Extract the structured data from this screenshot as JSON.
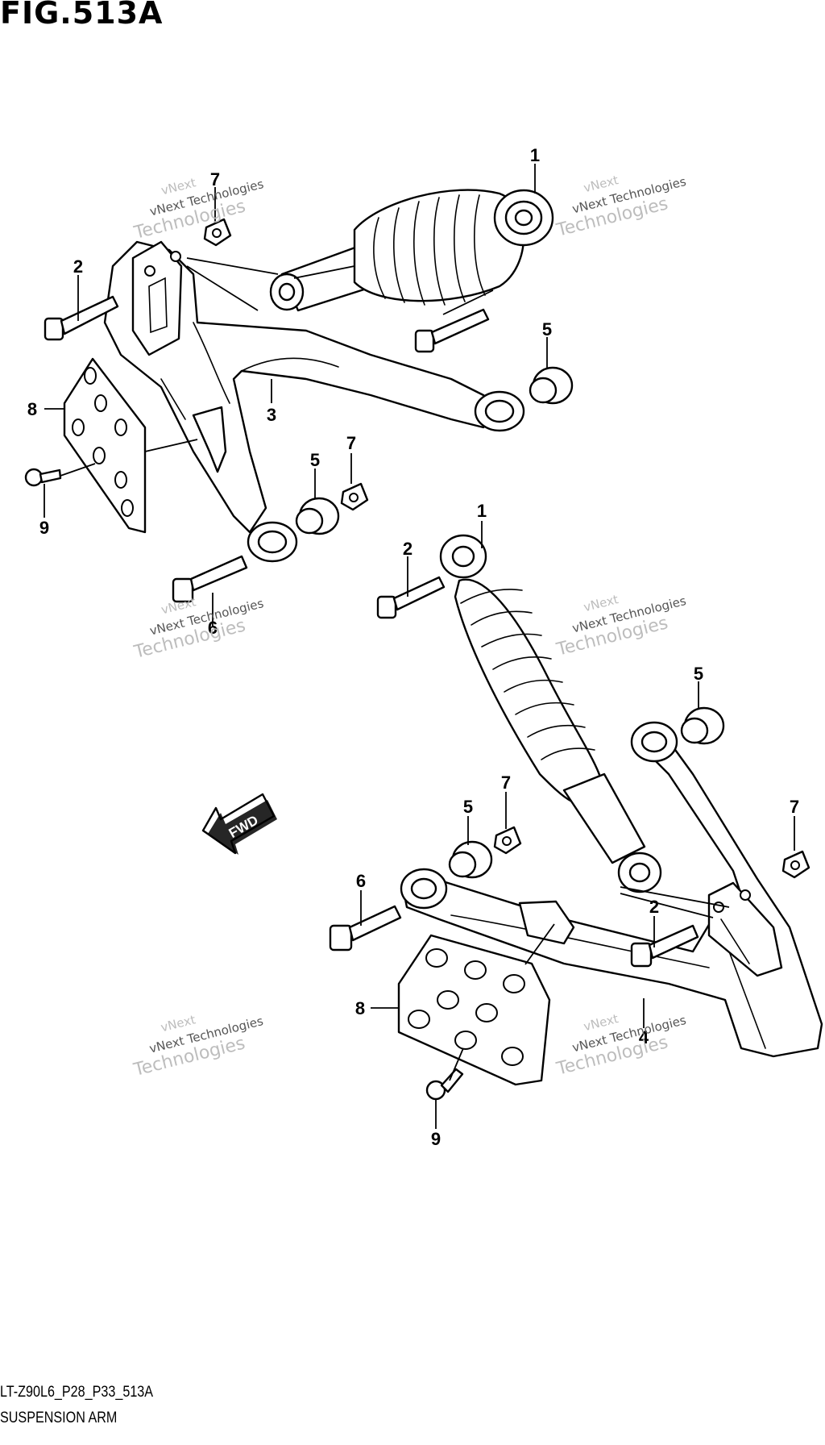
{
  "figure": {
    "title": "FIG.513A",
    "code": "LT-Z90L6_P28_P33_513A",
    "name": "SUSPENSION ARM"
  },
  "direction_arrow": "FWD",
  "watermark": {
    "line1": "vNext",
    "line2": "vNext Technologies",
    "line3": "Technologies"
  },
  "callouts": {
    "shock_absorber": "1",
    "bolt_long": "2",
    "arm_upper": "3",
    "arm_lower": "4",
    "bushing": "5",
    "bolt_arm": "6",
    "nut": "7",
    "guard_plate": "8",
    "screw": "9"
  },
  "colors": {
    "line": "#000000",
    "background": "#ffffff",
    "watermark": "#bdbdbd"
  }
}
